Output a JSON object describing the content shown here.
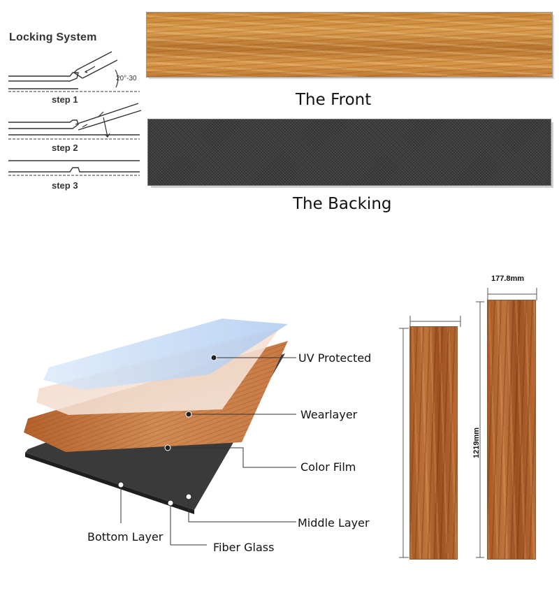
{
  "locking": {
    "title": "Locking System",
    "steps": [
      "step 1",
      "step 2",
      "step 3"
    ],
    "angle": "20°-30"
  },
  "planks": {
    "front_caption": "The Front",
    "back_caption": "The Backing"
  },
  "layers": {
    "uv": "UV Protected",
    "wear": "Wearlayer",
    "color": "Color Film",
    "middle": "Middle Layer",
    "bottom": "Bottom Layer",
    "fiber": "Fiber Glass"
  },
  "dimensions": {
    "width": "177.8mm",
    "length": "1219mm"
  },
  "colors": {
    "wood": "#c98636",
    "backing": "#3f3f3f",
    "uv_layer": "#b9d3f2",
    "color_film": "#c87a44",
    "bottom_layer": "#3a3a3a"
  }
}
